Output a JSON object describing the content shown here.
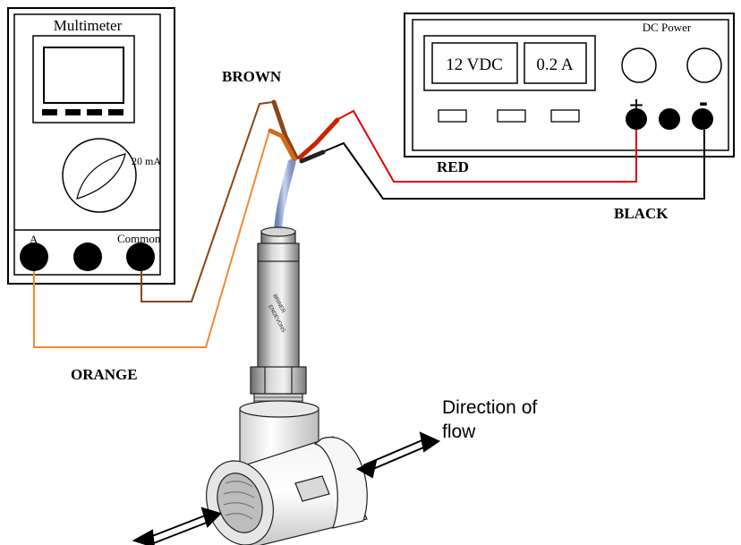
{
  "multimeter": {
    "title": "Multimeter",
    "dial_setting": "20 mA",
    "terminals": [
      "A",
      "Common"
    ]
  },
  "power_supply": {
    "title": "DC Power",
    "voltage_readout": "12 VDC",
    "current_readout": "0.2 A",
    "positive_symbol": "+",
    "negative_symbol": "-"
  },
  "wires": {
    "brown": "BROWN",
    "red": "RED",
    "black": "BLACK",
    "orange": "ORANGE"
  },
  "flow": {
    "label_line1": "Direction of",
    "label_line2": "flow"
  },
  "sensor_body_text": [
    "BRINER",
    "ENDEVONS"
  ],
  "colors": {
    "brown_wire": "#8b4513",
    "orange_wire": "#f08a30",
    "red_wire": "#e00000",
    "black_wire": "#000000",
    "cable_jacket": "#9fb3d8"
  }
}
